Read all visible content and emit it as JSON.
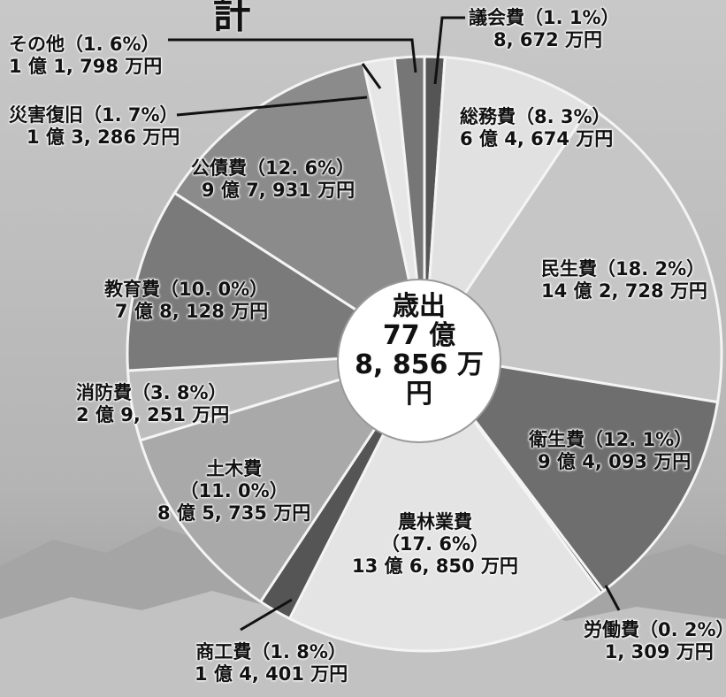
{
  "title_fragment": "計",
  "chart_data": {
    "type": "pie",
    "center_label": [
      "歳出",
      "77 億",
      "8, 856 万円"
    ],
    "slices": [
      {
        "name": "議会費",
        "percent": 1.1,
        "percent_label": "（1. 1%）",
        "amount": "8, 672 万円",
        "color": "#555555"
      },
      {
        "name": "総務費",
        "percent": 8.3,
        "percent_label": "（8. 3%）",
        "amount": "6 億 4, 674 万円",
        "color": "#e1e1e1"
      },
      {
        "name": "民生費",
        "percent": 18.2,
        "percent_label": "（18. 2%）",
        "amount": "14 億 2, 728 万円",
        "color": "#c6c6c6"
      },
      {
        "name": "衛生費",
        "percent": 12.1,
        "percent_label": "（12. 1%）",
        "amount": "9 億 4, 093 万円",
        "color": "#6e6e6e"
      },
      {
        "name": "労働費",
        "percent": 0.2,
        "percent_label": "（0. 2%）",
        "amount": "1, 309 万円",
        "color": "#444444"
      },
      {
        "name": "農林業費",
        "percent": 17.6,
        "percent_label": "（17. 6%）",
        "amount": "13 億 6, 850 万円",
        "color": "#e4e4e4"
      },
      {
        "name": "商工費",
        "percent": 1.8,
        "percent_label": "（1. 8%）",
        "amount": "1 億 4, 401 万円",
        "color": "#555555"
      },
      {
        "name": "土木費",
        "percent": 11.0,
        "percent_label": "（11. 0%）",
        "amount": "8 億 5, 735 万円",
        "color": "#a9a9a9"
      },
      {
        "name": "消防費",
        "percent": 3.8,
        "percent_label": "（3. 8%）",
        "amount": "2 億 9, 251 万円",
        "color": "#bdbdbd"
      },
      {
        "name": "教育費",
        "percent": 10.0,
        "percent_label": "（10. 0%）",
        "amount": "7 億 8, 128 万円",
        "color": "#7a7a7a"
      },
      {
        "name": "公債費",
        "percent": 12.6,
        "percent_label": "（12. 6%）",
        "amount": "9 億 7, 931 万円",
        "color": "#8b8b8b"
      },
      {
        "name": "災害復旧",
        "percent": 1.7,
        "percent_label": "（1. 7%）",
        "amount": "1 億 3, 286 万円",
        "color": "#e6e6e6"
      },
      {
        "name": "その他",
        "percent": 1.6,
        "percent_label": "（1. 6%）",
        "amount": "1 億 1, 798 万円",
        "color": "#767676"
      }
    ]
  }
}
